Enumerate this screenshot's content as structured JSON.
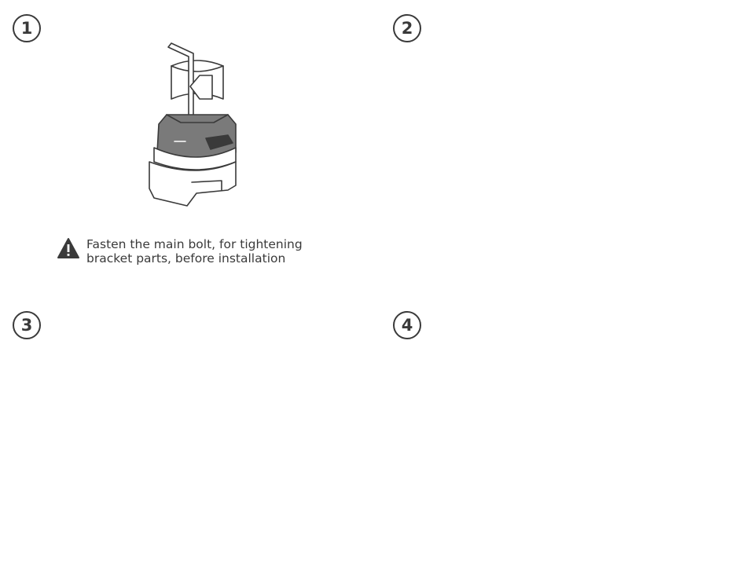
{
  "steps": [
    {
      "number": "1"
    },
    {
      "number": "2"
    },
    {
      "number": "3"
    },
    {
      "number": "4"
    }
  ],
  "warning": {
    "icon": "warning-triangle-icon",
    "line1": "Fasten the main bolt, for tightening",
    "line2": "bracket parts, before installation"
  },
  "colors": {
    "line": "#3a3a3a",
    "fill_light": "#ffffff",
    "fill_dark": "#7a7a7a"
  }
}
